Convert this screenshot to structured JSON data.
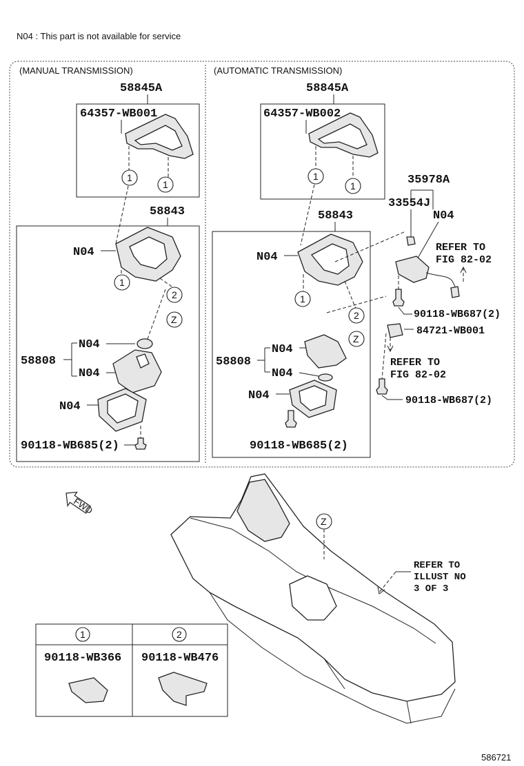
{
  "note": "N04 : This part is not available for service",
  "sections": {
    "manual": "(MANUAL TRANSMISSION)",
    "automatic": "(AUTOMATIC TRANSMISSION)"
  },
  "manual": {
    "assy": "58845A",
    "cover": "64357-WB001",
    "panel": "58843",
    "panel_note": "N04",
    "boot_group": "58808",
    "boot_note_1": "N04",
    "boot_note_2": "N04",
    "retainer_note": "N04",
    "screw": "90118-WB685(2)",
    "callout_1a": "1",
    "callout_1b": "1",
    "callout_1c": "1",
    "callout_2": "2",
    "callout_z": "Z"
  },
  "automatic": {
    "assy": "58845A",
    "cover": "64357-WB002",
    "panel": "58843",
    "panel_note": "N04",
    "boot_group": "58808",
    "boot_note_1": "N04",
    "boot_note_2": "N04",
    "retainer_note": "N04",
    "screw": "90118-WB685(2)",
    "switch_assy": "35978A",
    "switch_part": "33554J",
    "switch_note": "N04",
    "refer_1_line1": "REFER TO",
    "refer_1_line2": "FIG 82-02",
    "bolt_1": "90118-WB687(2)",
    "connector": "84721-WB001",
    "refer_2_line1": "REFER TO",
    "refer_2_line2": "FIG 82-02",
    "bolt_2": "90118-WB687(2)",
    "callout_1a": "1",
    "callout_1b": "1",
    "callout_1c": "1",
    "callout_2": "2",
    "callout_z": "Z"
  },
  "console": {
    "callout_z": "Z",
    "fwd": "FWD",
    "refer_line1": "REFER TO",
    "refer_line2": "ILLUST NO",
    "refer_line3": "3 OF 3"
  },
  "legend": {
    "col1_key": "1",
    "col1_part": "90118-WB366",
    "col2_key": "2",
    "col2_part": "90118-WB476"
  },
  "figure_number": "586721"
}
